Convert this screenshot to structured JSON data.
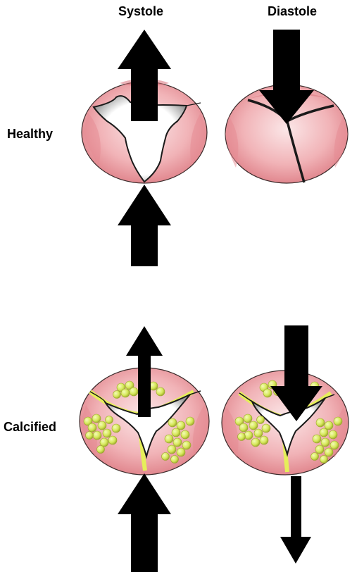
{
  "headers": {
    "systole": "Systole",
    "diastole": "Diastole"
  },
  "rows": {
    "healthy": "Healthy",
    "calcified": "Calcified"
  },
  "colors": {
    "leaflet_light": "#fbe7e8",
    "leaflet_mid": "#f1a9ad",
    "leaflet_dark": "#d9717a",
    "outline": "#3a2a2a",
    "calcium": "#d6e85a",
    "calcium_edge": "#9aa62a",
    "arrow": "#000000"
  }
}
